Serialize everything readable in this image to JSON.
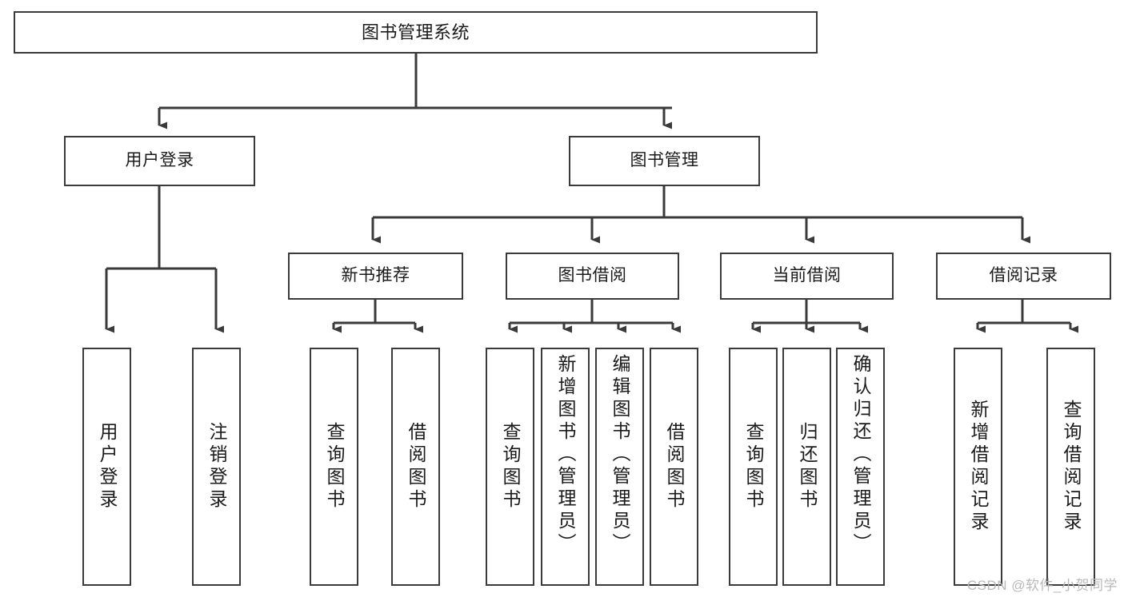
{
  "diagram": {
    "type": "tree-hierarchy",
    "title": "图书管理系统",
    "watermark": "CSDN @软件_小贺同学",
    "root": {
      "id": "root",
      "label": "图书管理系统"
    },
    "level1": [
      {
        "id": "user-login",
        "label": "用户登录"
      },
      {
        "id": "book-management",
        "label": "图书管理"
      }
    ],
    "level2": [
      {
        "id": "new-book-recommend",
        "label": "新书推荐",
        "parent": "book-management"
      },
      {
        "id": "book-borrow",
        "label": "图书借阅",
        "parent": "book-management"
      },
      {
        "id": "current-borrow",
        "label": "当前借阅",
        "parent": "book-management"
      },
      {
        "id": "borrow-record",
        "label": "借阅记录",
        "parent": "book-management"
      }
    ],
    "leaves": [
      {
        "id": "leaf-user-login",
        "label": "用户登录",
        "parent": "user-login"
      },
      {
        "id": "leaf-logout-login",
        "label": "注销登录",
        "parent": "user-login"
      },
      {
        "id": "leaf-query-book-1",
        "label": "查询图书",
        "parent": "new-book-recommend"
      },
      {
        "id": "leaf-borrow-book-1",
        "label": "借阅图书",
        "parent": "new-book-recommend"
      },
      {
        "id": "leaf-query-book-2",
        "label": "查询图书",
        "parent": "book-borrow"
      },
      {
        "id": "leaf-add-book",
        "label": "新增图书（管理员）",
        "parent": "book-borrow"
      },
      {
        "id": "leaf-edit-book",
        "label": "编辑图书（管理员）",
        "parent": "book-borrow"
      },
      {
        "id": "leaf-borrow-book-2",
        "label": "借阅图书",
        "parent": "book-borrow"
      },
      {
        "id": "leaf-query-book-3",
        "label": "查询图书",
        "parent": "current-borrow"
      },
      {
        "id": "leaf-return-book",
        "label": "归还图书",
        "parent": "current-borrow"
      },
      {
        "id": "leaf-confirm-return",
        "label": "确认归还（管理员）",
        "parent": "current-borrow"
      },
      {
        "id": "leaf-add-record",
        "label": "新增借阅记录",
        "parent": "borrow-record"
      },
      {
        "id": "leaf-query-record",
        "label": "查询借阅记录",
        "parent": "borrow-record"
      }
    ],
    "colors": {
      "box_border": "#3a3a3a",
      "box_fill": "#ffffff",
      "connector": "#3a3a3a",
      "text": "#1a1a1a",
      "watermark": "#b9b9b9",
      "background": "#ffffff"
    }
  }
}
